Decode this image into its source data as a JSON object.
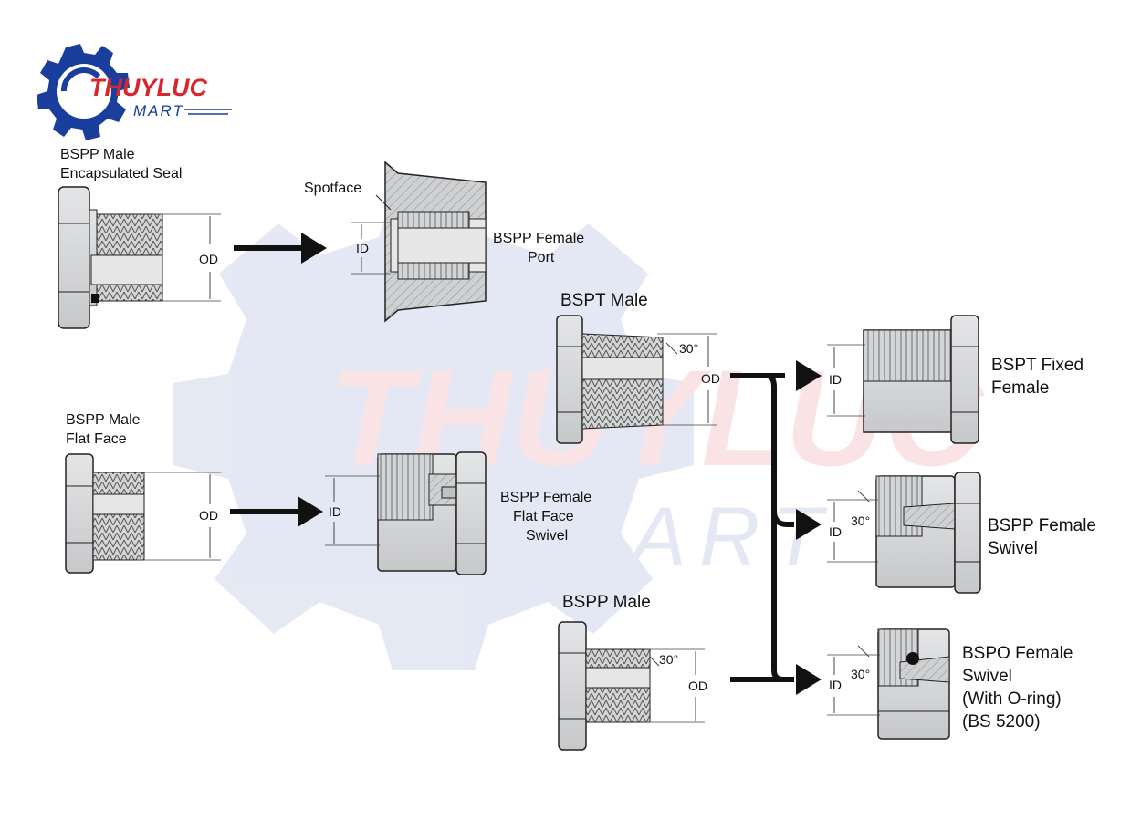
{
  "logo": {
    "brand": "THUYLUC",
    "sub": "MART",
    "colors": {
      "blue": "#1a3e9c",
      "red": "#d7262e"
    }
  },
  "watermark": {
    "main": "THUYLUC",
    "sub": "MART"
  },
  "labels": {
    "bspp_male_encap_1": "BSPP Male",
    "bspp_male_encap_2": "Encapsulated Seal",
    "spotface": "Spotface",
    "bspp_female_port_1": "BSPP Female",
    "bspp_female_port_2": "Port",
    "bspp_male_flat_1": "BSPP Male",
    "bspp_male_flat_2": "Flat Face",
    "bspp_female_ffs_1": "BSPP Female",
    "bspp_female_ffs_2": "Flat Face",
    "bspp_female_ffs_3": "Swivel",
    "bspt_male": "BSPT Male",
    "bspp_male": "BSPP Male",
    "bspt_fixed_female_1": "BSPT Fixed",
    "bspt_fixed_female_2": "Female",
    "bspp_female_swivel_1": "BSPP Female",
    "bspp_female_swivel_2": "Swivel",
    "bspo_1": "BSPO Female",
    "bspo_2": "Swivel",
    "bspo_3": "(With O-ring)",
    "bspo_4": "(BS 5200)"
  },
  "dims": {
    "od": "OD",
    "id": "ID",
    "angle": "30°"
  },
  "colors": {
    "metal": "#d9dadb",
    "metal_dark": "#b4b6b9",
    "line": "#222222",
    "arrow": "#111111"
  }
}
